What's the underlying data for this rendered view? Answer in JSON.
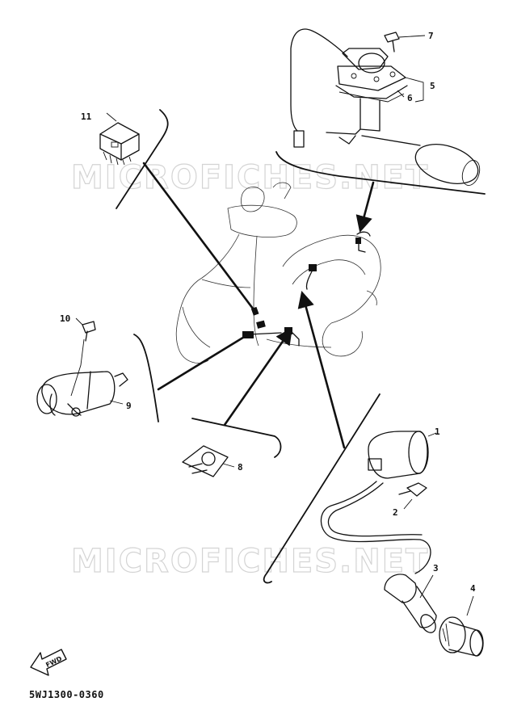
{
  "watermark": "MICROFICHES.NET",
  "callouts": {
    "ignition_coil": "1",
    "coil_bolt": "2",
    "plug_cap": "3",
    "spark_plug": "4",
    "sender_gasket_group": "5",
    "sender_gasket": "6",
    "sender_screw": "7",
    "bracket_clip": "8",
    "horn": "9",
    "horn_screw": "10",
    "relay": "11"
  },
  "fwd_label": "FWD",
  "diagram_code": "5WJ1300-0360"
}
